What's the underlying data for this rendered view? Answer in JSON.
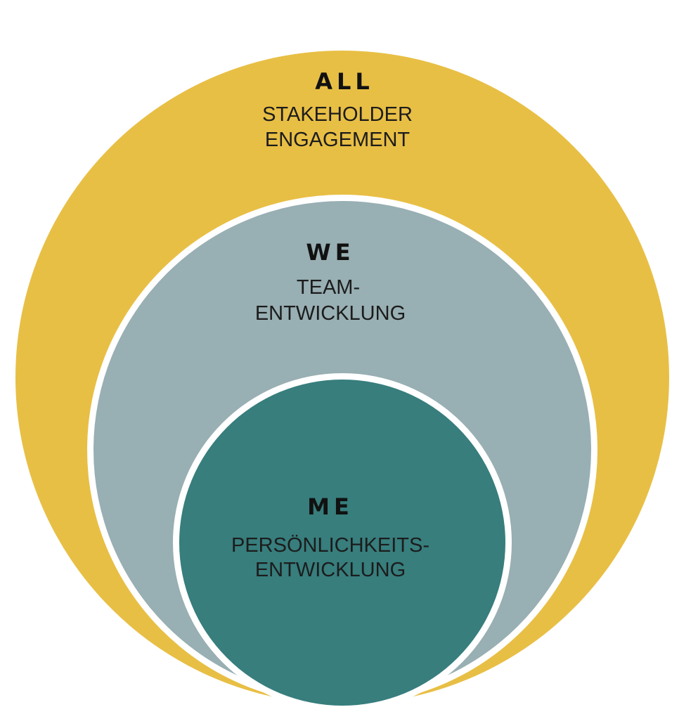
{
  "colors": {
    "outer": "#e8bf45",
    "middle": "#98afb3",
    "inner": "#377e7d",
    "ring": "#ffffff"
  },
  "circles": {
    "all": {
      "heading": "ALL",
      "line1": "STAKEHOLDER",
      "line2": "ENGAGEMENT"
    },
    "we": {
      "heading": "WE",
      "line1": "TEAM-",
      "line2": "ENTWICKLUNG"
    },
    "me": {
      "heading": "ME",
      "line1": "PERSÖNLICHKEITS-",
      "line2": "ENTWICKLUNG"
    }
  }
}
